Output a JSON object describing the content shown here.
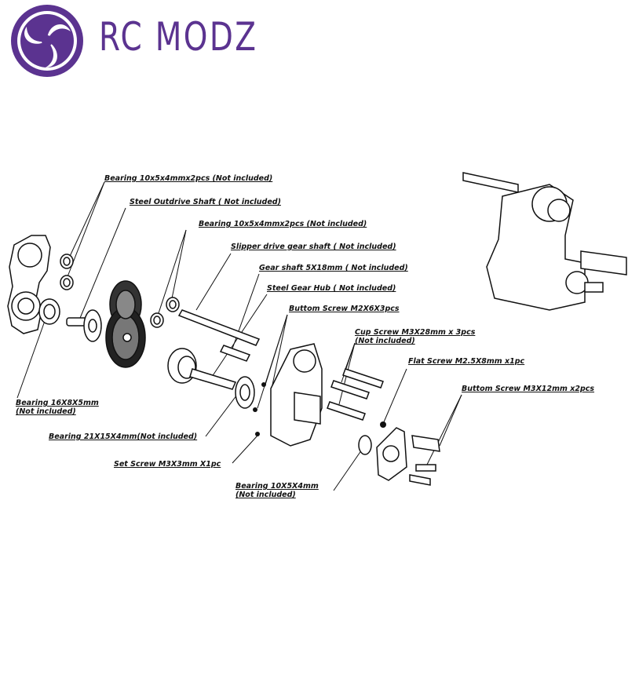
{
  "brand": {
    "name": "RC MODZ",
    "accent_color": "#5b3390",
    "logo_icon": "triskelion-swirl-icon"
  },
  "labels": {
    "bearing_top": "Bearing 10x5x4mmx2pcs (Not included)",
    "outdrive_shaft": "Steel Outdrive Shaft ( Not included)",
    "bearing_mid": "Bearing 10x5x4mmx2pcs (Not included)",
    "slipper_shaft": "Slipper drive  gear shaft ( Not included)",
    "gear_shaft": "Gear shaft 5X18mm ( Not included)",
    "gear_hub": "Steel Gear Hub ( Not included)",
    "bottom_screw_m2": "Buttom Screw M2X6X3pcs",
    "cup_screw_line1": "Cup Screw M3X28mm x 3pcs",
    "cup_screw_line2": "(Not included)",
    "flat_screw": "Flat Screw M2.5X8mm x1pc",
    "bottom_screw_m3": "Buttom Screw M3X12mm x2pcs",
    "bearing_16_line1": "Bearing 16X8X5mm",
    "bearing_16_line2": "(Not included)",
    "bearing_21": "Bearing 21X15X4mm(Not included)",
    "set_screw": "Set Screw M3X3mm X1pc",
    "bearing_10_line1": "Bearing 10X5X4mm",
    "bearing_10_line2": "(Not included)"
  }
}
